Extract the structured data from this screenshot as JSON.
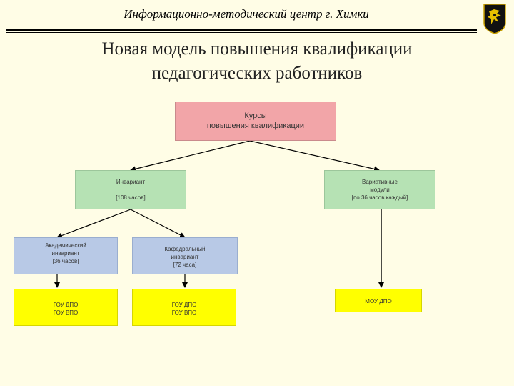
{
  "header": {
    "title": "Информационно-методический центр г. Химки"
  },
  "slide": {
    "title_line1": "Новая модель повышения квалификации",
    "title_line2": "педагогических работников"
  },
  "nodes": {
    "courses": "Курсы\nповышения квалификации",
    "invariant_name": "Инвариант",
    "invariant_hours": "[108 часов]",
    "variative": "Вариативные\nмодули\n[по 36 часов каждый]",
    "academic": "Академический\nинвариант\n[36 часов]",
    "departmental": "Кафедральный\nинвариант\n[72 часа]",
    "gou_1": "ГОУ ДПО\nГОУ ВПО",
    "gou_2": "ГОУ ДПО\nГОУ ВПО",
    "mou": "МОУ ДПО"
  },
  "colors": {
    "background": "#fffde6",
    "courses_box": "#f2a5a8",
    "module_box": "#b6e2b4",
    "invariant_part_box": "#b8c9e6",
    "institution_box": "#ffff00"
  }
}
